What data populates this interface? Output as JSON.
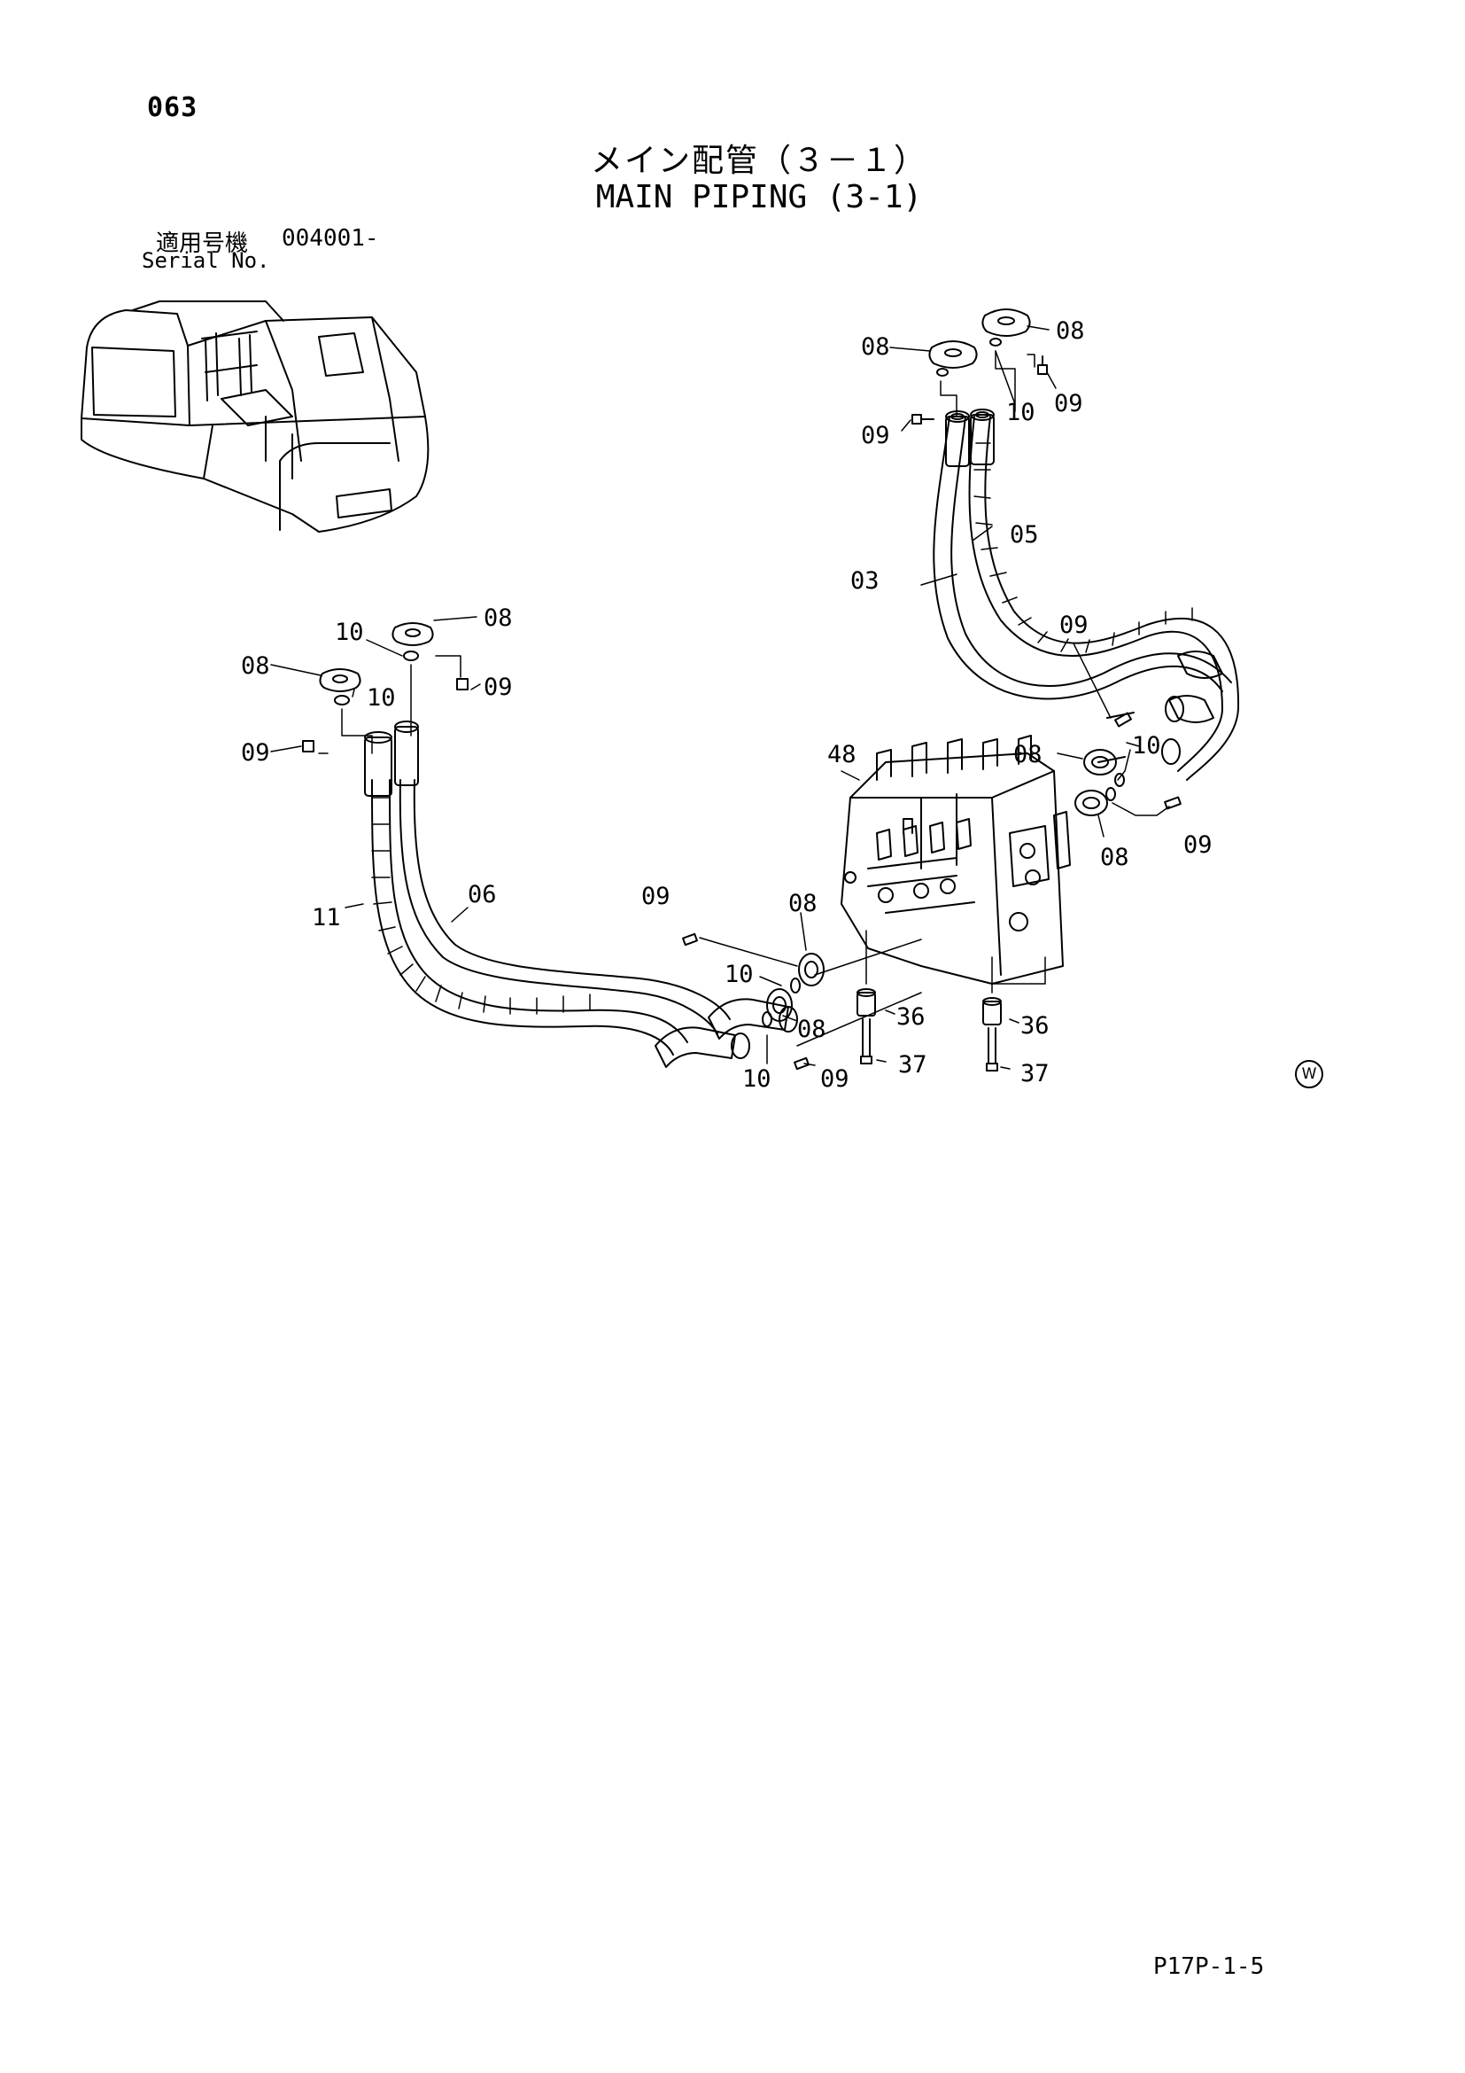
{
  "header": {
    "page_number": "063",
    "title_ja": "メイン配管（３－１）",
    "title_en": "MAIN PIPING (3-1)",
    "serial_label_ja": "適用号機",
    "serial_value": "004001-",
    "serial_label_en": "Serial No."
  },
  "callouts": {
    "c01": "08",
    "c02": "08",
    "c03": "09",
    "c04": "10",
    "c05": "09",
    "c06": "05",
    "c07": "03",
    "c08": "10",
    "c09": "08",
    "c10": "08",
    "c11": "10",
    "c12": "09",
    "c13": "09",
    "c14": "09",
    "c15": "48",
    "c16": "08",
    "c17": "10",
    "c18": "09",
    "c19": "08",
    "c20": "11",
    "c21": "06",
    "c22": "09",
    "c23": "08",
    "c24": "10",
    "c25": "08",
    "c26": "10",
    "c27": "09",
    "c28": "36",
    "c29": "37",
    "c30": "36",
    "c31": "37"
  },
  "footer": {
    "drawing_code": "P17P-1-5",
    "mark": "W"
  }
}
